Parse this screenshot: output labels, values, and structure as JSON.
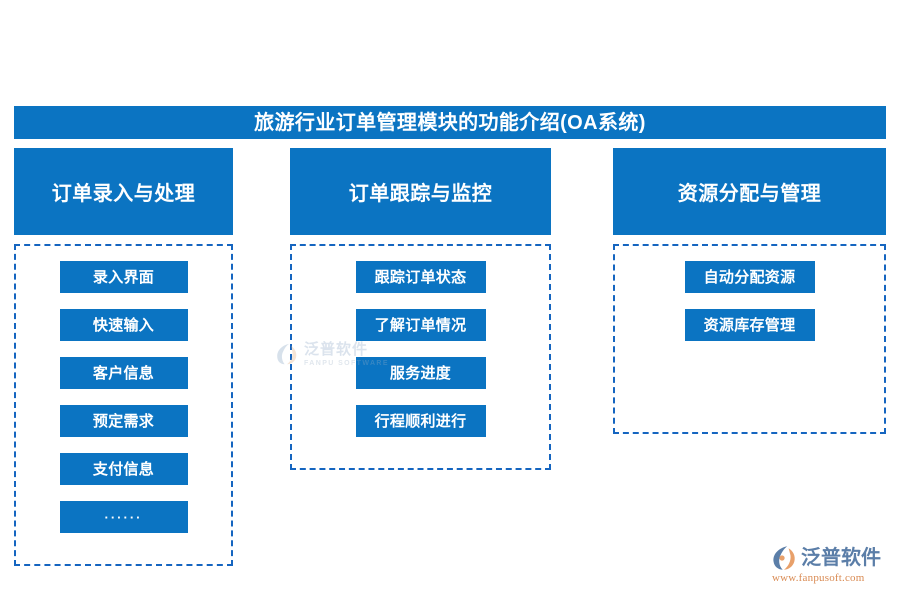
{
  "header": {
    "title": "旅游行业订单管理模块的功能介绍(OA系统)"
  },
  "theme": {
    "primary_blue": "#0B74C2",
    "dashed_border_blue": "#1565C0",
    "title_text_color": "#FFFFFF",
    "background": "#FFFFFF",
    "logo_text_color": "#5B7EA8",
    "logo_url_color": "#D98A52"
  },
  "columns": [
    {
      "title": "订单录入与处理",
      "items": [
        {
          "label": "录入界面"
        },
        {
          "label": "快速输入"
        },
        {
          "label": "客户信息"
        },
        {
          "label": "预定需求"
        },
        {
          "label": "支付信息"
        },
        {
          "label": "······"
        }
      ]
    },
    {
      "title": "订单跟踪与监控",
      "items": [
        {
          "label": "跟踪订单状态"
        },
        {
          "label": "了解订单情况"
        },
        {
          "label": "服务进度"
        },
        {
          "label": "行程顺利进行"
        }
      ]
    },
    {
      "title": "资源分配与管理",
      "items": [
        {
          "label": "自动分配资源"
        },
        {
          "label": "资源库存管理"
        }
      ]
    }
  ],
  "watermark": {
    "company_cn": "泛普软件",
    "company_en": "FANPU SOFTWARE"
  },
  "logo": {
    "company_cn": "泛普软件",
    "url": "www.fanpusoft.com"
  }
}
